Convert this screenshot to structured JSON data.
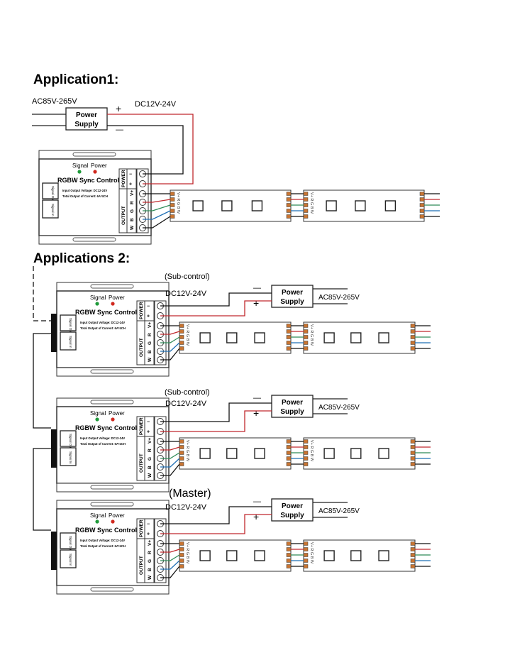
{
  "app1": {
    "title": "Application1:",
    "ac_label": "AC85V-265V",
    "dc_label": "DC12V-24V",
    "plus": "+",
    "minus": "—"
  },
  "app2": {
    "title": "Applications 2:",
    "units": [
      {
        "role": "(Sub-control)",
        "dc_label": "DC12V-24V",
        "ac_label": "AC85V-265V",
        "plus": "+",
        "minus": "—"
      },
      {
        "role": "(Sub-control)",
        "dc_label": "DC12V-24V",
        "ac_label": "AC85V-265V",
        "plus": "+",
        "minus": "—"
      },
      {
        "role": "(Master)",
        "dc_label": "DC12V-24V",
        "ac_label": "AC85V-265V",
        "plus": "+",
        "minus": "—"
      }
    ]
  },
  "power_supply": {
    "line1": "Power",
    "line2": "Supply"
  },
  "controller": {
    "signal": "Signal",
    "power": "Power",
    "name": "RGBW Sync Controller",
    "power_group": "POWER",
    "output_group": "OUTPUT",
    "power_terminals": [
      "−",
      "+"
    ],
    "output_terminals": [
      "V+",
      "R",
      "G",
      "B",
      "W"
    ],
    "spec1": "Input Output Voltage: DC12-24V",
    "spec2": "Total Output of Current: 6A*4CH",
    "signal_out": "Signal Out",
    "signal_in": "Signal In"
  },
  "strip": {
    "pins": [
      "V+",
      "R",
      "G",
      "B",
      "W"
    ]
  },
  "colors": {
    "vplus": "#111111",
    "r": "#c0282d",
    "g": "#2e8b57",
    "b": "#1f6fb5",
    "w": "#111111",
    "signal_led": "#1f9a3a",
    "power_led": "#d0281e",
    "pad": "#c87533"
  }
}
